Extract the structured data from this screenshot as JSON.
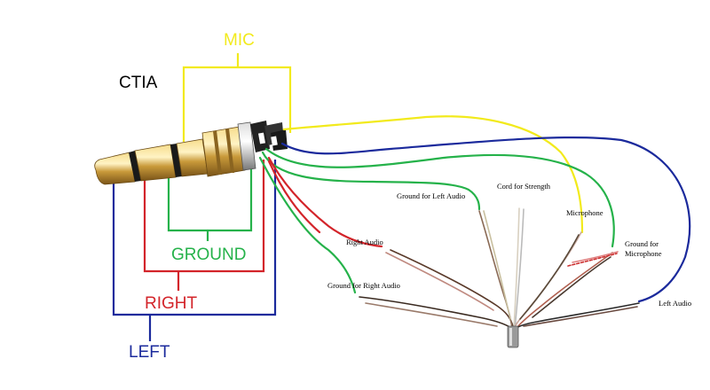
{
  "standard": "CTIA",
  "labels": {
    "mic": "MIC",
    "ground": "GROUND",
    "right": "RIGHT",
    "left": "LEFT"
  },
  "wire_labels": {
    "ground_left_audio": "Ground for Left Audio",
    "cord_strength": "Cord for Strength",
    "microphone": "Microphone",
    "ground_microphone_line1": "Ground for",
    "ground_microphone_line2": "Microphone",
    "right_audio": "Right Audio",
    "ground_right_audio": "Ground for Right Audio",
    "left_audio": "Left Audio"
  },
  "colors": {
    "mic": "#f2ea1c",
    "ground": "#25b24a",
    "right": "#d3242a",
    "left": "#1b2a9c",
    "plug_gold": "#c99a3a"
  }
}
